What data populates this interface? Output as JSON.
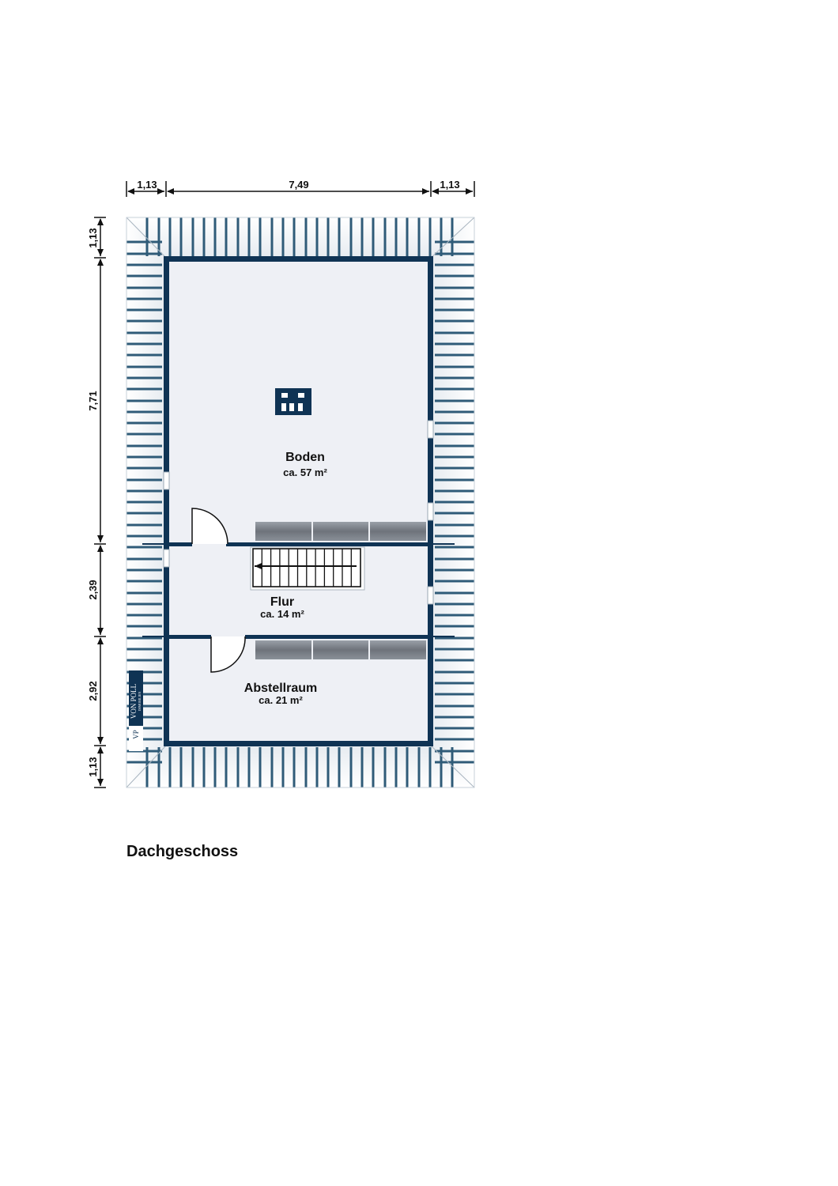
{
  "floor_name": "Dachgeschoss",
  "dimensions": {
    "top": [
      "1,13",
      "7,49",
      "1,13"
    ],
    "left": [
      "1,13",
      "7,71",
      "2,39",
      "2,92",
      "1,13"
    ]
  },
  "rooms": [
    {
      "name": "Boden",
      "area": "ca. 57 m²"
    },
    {
      "name": "Flur",
      "area": "ca. 14 m²"
    },
    {
      "name": "Abstellraum",
      "area": "ca. 21 m²"
    }
  ],
  "logo": {
    "monogram": "VP",
    "name": "VON POLL",
    "sub": "IMMOBILIEN"
  },
  "colors": {
    "wall": "#0f3354",
    "roof_stripe": "#2f5b78",
    "floor": "#eef0f5",
    "beam": "#7a7f87"
  }
}
